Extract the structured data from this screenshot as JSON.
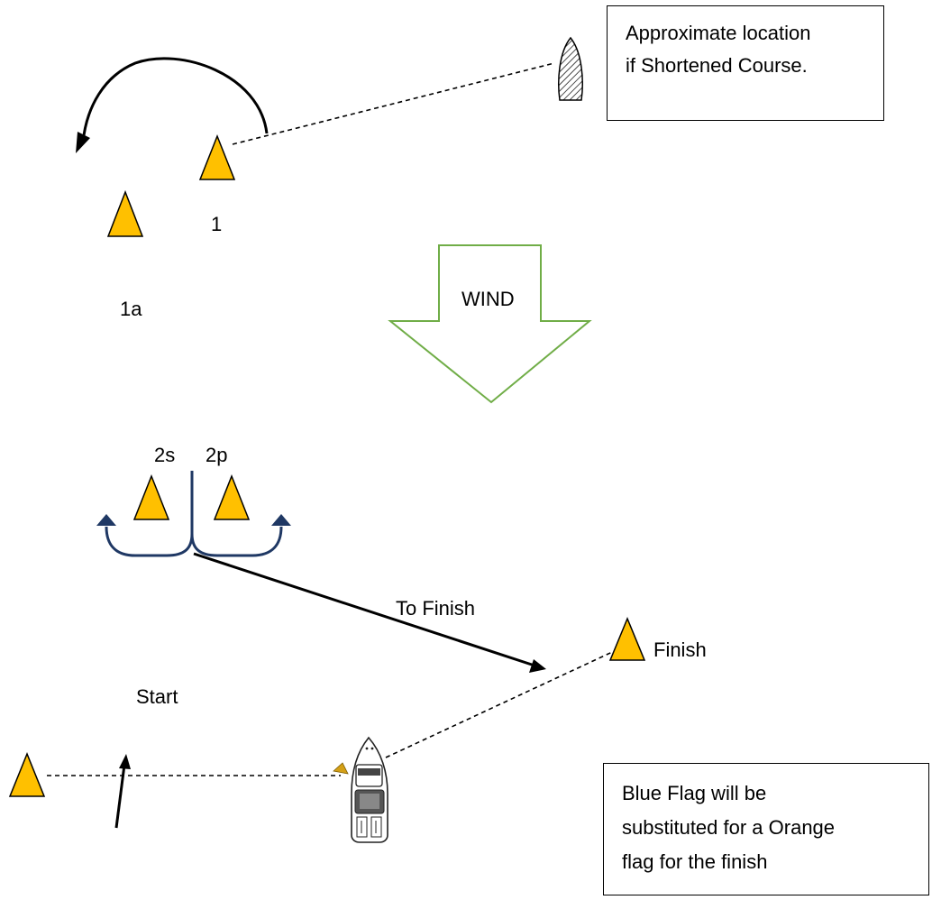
{
  "marks": {
    "mark_1": "1",
    "mark_1a": "1a",
    "mark_2s": "2s",
    "mark_2p": "2p",
    "start": "Start",
    "finish": "Finish"
  },
  "wind_label": "WIND",
  "to_finish_label": "To Finish",
  "shortened_course_note": [
    "Approximate location",
    "if Shortened Course."
  ],
  "blue_flag_note": [
    "Blue Flag will be",
    "substituted for a Orange",
    "flag for the finish"
  ],
  "colors": {
    "mark_fill": "#FFC000",
    "mark_stroke": "#000000",
    "wind_arrow": "#70AD47",
    "gate_arrows": "#1F3864",
    "lines": "#000000"
  },
  "icons": [
    "committee-boat-icon",
    "shortened-course-boat-icon"
  ]
}
